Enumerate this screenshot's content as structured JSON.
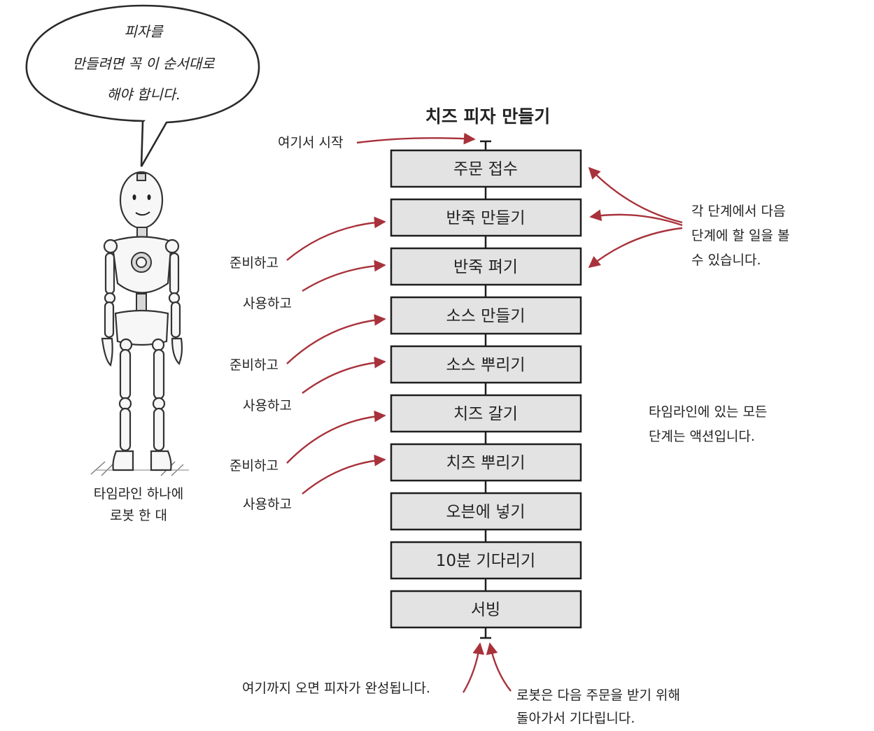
{
  "speech_bubble": [
    "피자를",
    "만들려면 꼭 이 순서대로",
    "해야 합니다."
  ],
  "robot_caption": [
    "타임라인 하나에",
    "로봇 한 대"
  ],
  "diagram_title": "치즈 피자 만들기",
  "start_label": "여기서 시작",
  "steps": [
    "주문 접수",
    "반죽 만들기",
    "반죽 펴기",
    "소스 만들기",
    "소스 뿌리기",
    "치즈 갈기",
    "치즈 뿌리기",
    "오븐에 넣기",
    "10분 기다리기",
    "서빙"
  ],
  "left_labels": {
    "prepare": "준비하고",
    "use": "사용하고"
  },
  "right_note_1": [
    "각 단계에서 다음",
    "단계에 할 일을 볼",
    "수 있습니다."
  ],
  "right_note_2": [
    "타임라인에 있는 모든",
    "단계는 액션입니다."
  ],
  "end_note_left": "여기까지 오면 피자가 완성됩니다.",
  "end_note_right": [
    "로봇은 다음 주문을 받기 위해",
    "돌아가서 기다립니다."
  ],
  "colors": {
    "arrow": "#a8323b",
    "box_fill": "#e3e3e3",
    "outline": "#1e1e1e"
  }
}
